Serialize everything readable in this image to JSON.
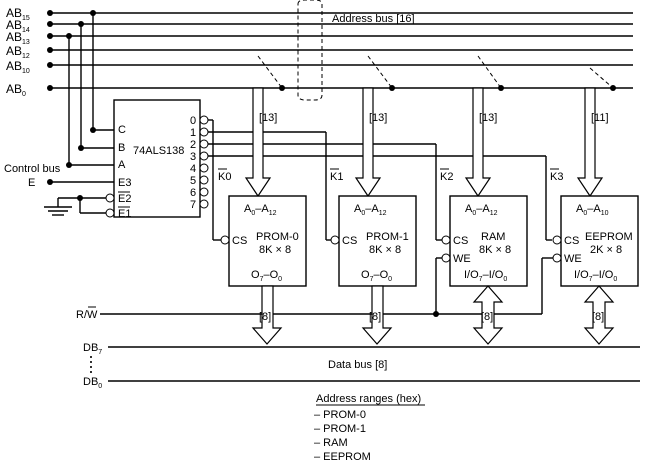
{
  "address_bus_lines": [
    {
      "main": "AB",
      "sub": "15"
    },
    {
      "main": "AB",
      "sub": "14"
    },
    {
      "main": "AB",
      "sub": "13"
    },
    {
      "main": "AB",
      "sub": "12"
    },
    {
      "main": "AB",
      "sub": "10"
    },
    {
      "main": "AB",
      "sub": "0"
    }
  ],
  "address_bus_label": "Address bus [16]",
  "decoder": {
    "name": "74ALS138",
    "inputs": [
      "C",
      "B",
      "A"
    ],
    "enables": [
      "E3",
      "E2",
      "E1"
    ],
    "outputs": [
      "0",
      "1",
      "2",
      "3",
      "4",
      "5",
      "6",
      "7"
    ]
  },
  "control_bus_label": "Control bus",
  "enable_signal": "E",
  "select_lines": [
    "K0",
    "K1",
    "K2",
    "K3"
  ],
  "width_labels": [
    "[13]",
    "[13]",
    "[13]",
    "[11]"
  ],
  "devices": [
    {
      "addr_main": "A",
      "addr_lo": "0",
      "addr_sep": "–A",
      "addr_hi": "12",
      "name": "PROM-0",
      "size": "8K × 8",
      "io_a": "O",
      "io_a_sub": "7",
      "io_sep": "–O",
      "io_b_sub": "0",
      "pins": [
        "CS"
      ]
    },
    {
      "addr_main": "A",
      "addr_lo": "0",
      "addr_sep": "–A",
      "addr_hi": "12",
      "name": "PROM-1",
      "size": "8K × 8",
      "io_a": "O",
      "io_a_sub": "7",
      "io_sep": "–O",
      "io_b_sub": "0",
      "pins": [
        "CS"
      ]
    },
    {
      "addr_main": "A",
      "addr_lo": "0",
      "addr_sep": "–A",
      "addr_hi": "12",
      "name": "RAM",
      "size": "8K × 8",
      "io_a": "I/O",
      "io_a_sub": "7",
      "io_sep": "–I/O",
      "io_b_sub": "0",
      "pins": [
        "CS",
        "WE"
      ]
    },
    {
      "addr_main": "A",
      "addr_lo": "0",
      "addr_sep": "–A",
      "addr_hi": "10",
      "name": "EEPROM",
      "size": "2K × 8",
      "io_a": "I/O",
      "io_a_sub": "7",
      "io_sep": "–I/O",
      "io_b_sub": "0",
      "pins": [
        "CS",
        "WE"
      ]
    }
  ],
  "data_width_label": "[8]",
  "rw_signal": "R/W",
  "data_bus_top": {
    "main": "DB",
    "sub": "7"
  },
  "data_bus_bottom": {
    "main": "DB",
    "sub": "0"
  },
  "data_bus_label": "Data bus [8]",
  "address_ranges": {
    "title": "Address ranges (hex)",
    "items": [
      "– PROM-0",
      "– PROM-1",
      "– RAM",
      "– EEPROM"
    ]
  }
}
